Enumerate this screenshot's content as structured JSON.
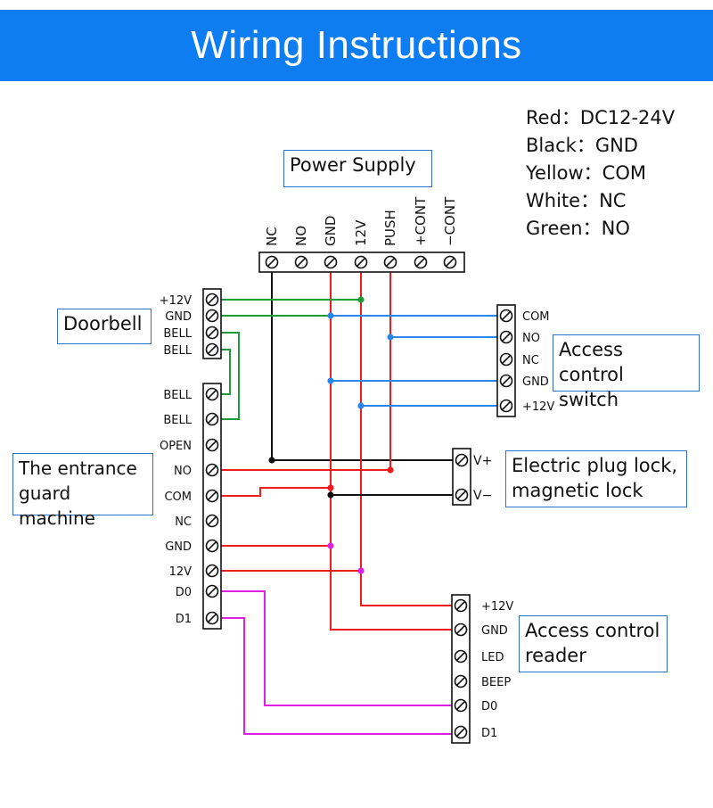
{
  "title": "Wiring Instructions",
  "legend": [
    {
      "color_name": "Red",
      "meaning": "DC12-24V"
    },
    {
      "color_name": "Black",
      "meaning": "GND"
    },
    {
      "color_name": "Yellow",
      "meaning": "COM"
    },
    {
      "color_name": "White",
      "meaning": "NC"
    },
    {
      "color_name": "Green",
      "meaning": "NO"
    }
  ],
  "legend_separator": "：",
  "callouts": {
    "power_supply": "Power Supply",
    "doorbell": "Doorbell",
    "entrance_machine": [
      "The entrance",
      "guard machine"
    ],
    "switch": [
      "Access control",
      "switch"
    ],
    "lock": [
      "Electric plug lock,",
      "magnetic lock"
    ],
    "reader": [
      "Access control",
      "reader"
    ]
  },
  "terminals": {
    "power": [
      "NC",
      "NO",
      "GND",
      "12V",
      "PUSH",
      "+CONT",
      "−CONT"
    ],
    "doorbell": [
      "+12V",
      "GND",
      "BELL",
      "BELL"
    ],
    "machine": [
      "BELL",
      "BELL",
      "OPEN",
      "NO",
      "COM",
      "NC",
      "GND",
      "12V",
      "D0",
      "D1"
    ],
    "switch": [
      "COM",
      "NO",
      "NC",
      "GND",
      "+12V"
    ],
    "lock": [
      "V+",
      "V−"
    ],
    "reader": [
      "+12V",
      "GND",
      "LED",
      "BEEP",
      "D0",
      "D1"
    ]
  },
  "colors": {
    "banner": "#0f7df2",
    "red_wire": "#ee1c1c",
    "black_wire": "#111111",
    "green_wire": "#1d9a3a",
    "blue_wire": "#2a86e8",
    "magenta_wire": "#e020e0",
    "callout_border": "#2f73c9"
  }
}
